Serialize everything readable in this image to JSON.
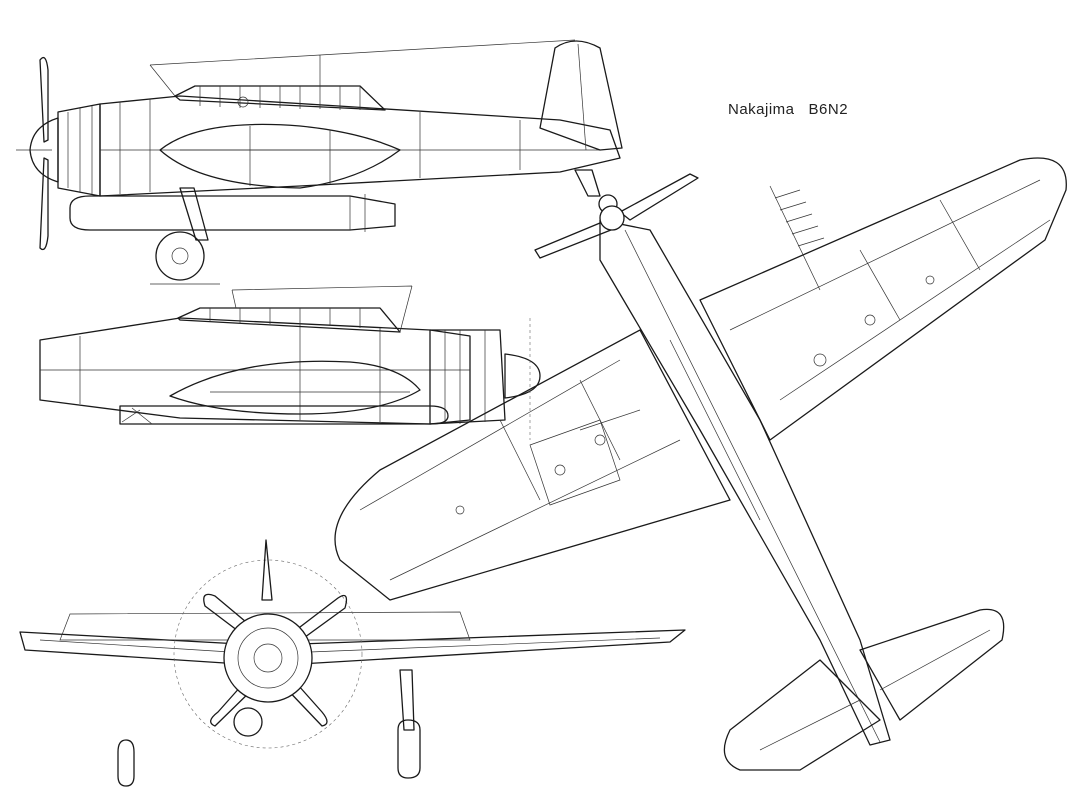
{
  "title": "Nakajima   B6N2",
  "colors": {
    "ink": "#1a1a1a",
    "paper": "#ffffff"
  },
  "views": [
    "side-view",
    "side-view-rear",
    "front-view",
    "bottom-view"
  ]
}
